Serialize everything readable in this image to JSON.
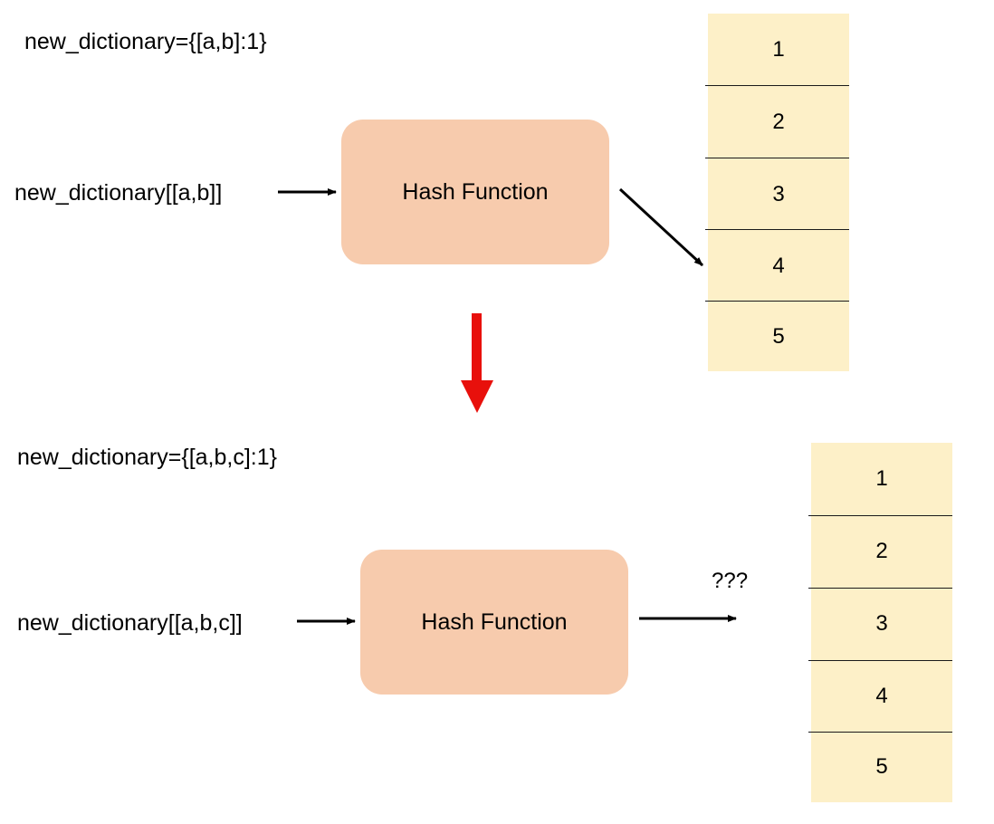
{
  "top": {
    "definition": "new_dictionary={[a,b]:1}",
    "lookup": "new_dictionary[[a,b]]",
    "hash_label": "Hash Function",
    "slots": [
      "1",
      "2",
      "3",
      "4",
      "5"
    ]
  },
  "bottom": {
    "definition": "new_dictionary={[a,b,c]:1}",
    "lookup": "new_dictionary[[a,b,c]]",
    "hash_label": "Hash Function",
    "unknown": "???",
    "slots": [
      "1",
      "2",
      "3",
      "4",
      "5"
    ]
  },
  "colors": {
    "hash_box": "#f7cbad",
    "slot_fill": "#fdf0c8",
    "transition_arrow": "#e8100c",
    "arrow": "#000000"
  }
}
